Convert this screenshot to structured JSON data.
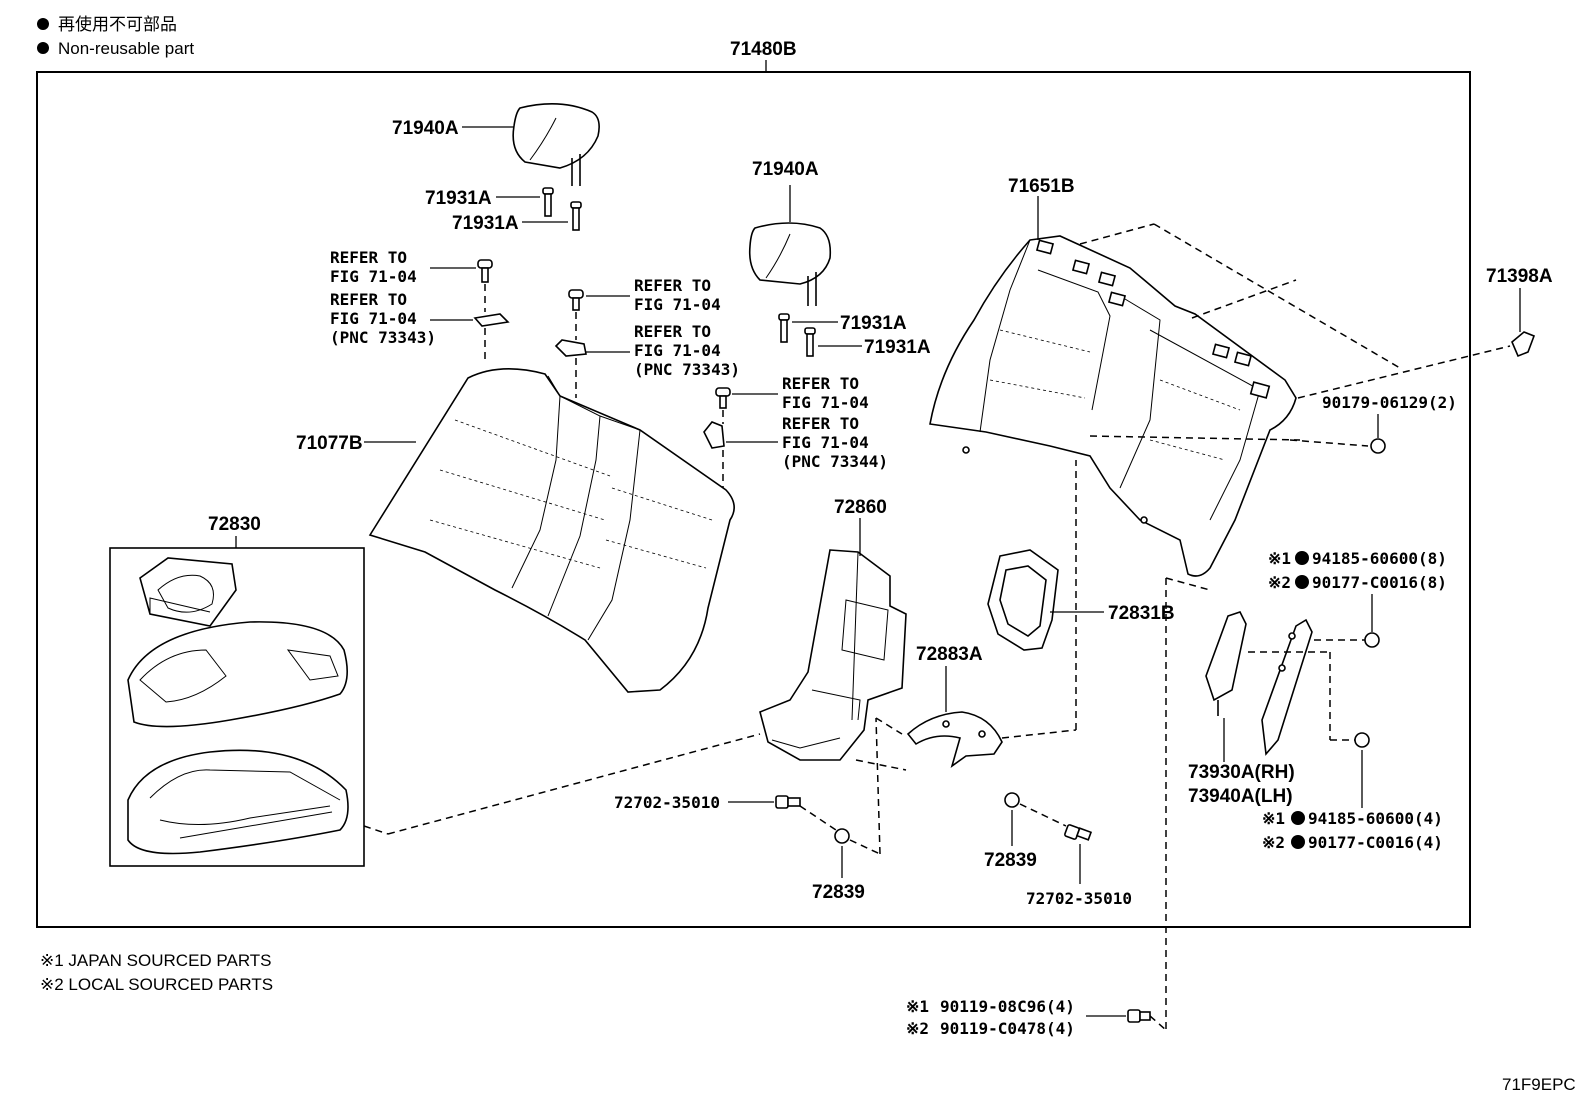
{
  "legend": {
    "non_reusable_jp": "再使用不可部品",
    "non_reusable_en": "Non-reusable part"
  },
  "assembly": {
    "label": "71480B"
  },
  "parts": {
    "headrest_left": "71940A",
    "headrest_right": "71940A",
    "guide_1": "71931A",
    "guide_2": "71931A",
    "guide_3": "71931A",
    "guide_4": "71931A",
    "back_cover": "71077B",
    "back_frame": "71651B",
    "armrest": "72830",
    "armrest_frame": "72860",
    "lid_frame": "72831B",
    "hinge": "72883A",
    "clip": "71398A",
    "bolt_a": "72702-35010",
    "bolt_b": "72702-35010",
    "nut_a": "72839",
    "nut_b": "72839",
    "strap_rh": "73930A(RH)",
    "strap_lh": "73940A(LH)",
    "nut_top": "90179-06129(2)"
  },
  "refer": {
    "r1_l1": "REFER TO",
    "r1_l2": "FIG 71-04",
    "r2_l1": "REFER TO",
    "r2_l2": "FIG 71-04",
    "r2_l3": "(PNC 73343)",
    "r3_l1": "REFER TO",
    "r3_l2": "FIG 71-04",
    "r4_l1": "REFER TO",
    "r4_l2": "FIG 71-04",
    "r4_l3": "(PNC 73343)",
    "r5_l1": "REFER TO",
    "r5_l2": "FIG 71-04",
    "r6_l1": "REFER TO",
    "r6_l2": "FIG 71-04",
    "r6_l3": "(PNC 73344)"
  },
  "sourced": {
    "s8_jp": "94185-60600(8)",
    "s8_lc": "90177-C0016(8)",
    "s4_jp": "94185-60600(4)",
    "s4_lc": "90177-C0016(4)",
    "bolt_jp": "90119-08C96(4)",
    "bolt_lc": "90119-C0478(4)",
    "mark1": "※1",
    "mark2": "※2"
  },
  "footnotes": {
    "f1": "※1 JAPAN SOURCED PARTS",
    "f2": "※2 LOCAL SOURCED PARTS"
  },
  "figure_code": "71F9EPC",
  "colors": {
    "ink": "#000000",
    "paper": "#ffffff"
  }
}
